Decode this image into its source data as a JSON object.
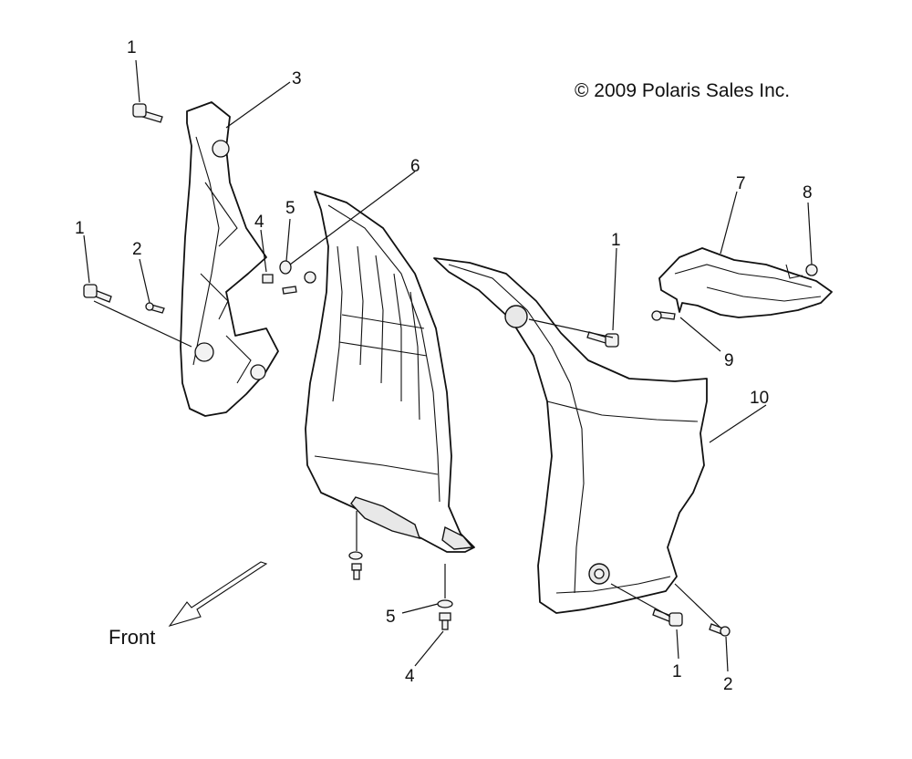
{
  "copyright": "© 2009 Polaris Sales Inc.",
  "direction_label": "Front",
  "callouts": {
    "c1a": "1",
    "c3": "3",
    "c1b": "1",
    "c2a": "2",
    "c4a": "4",
    "c5a": "5",
    "c6": "6",
    "c1c": "1",
    "c7": "7",
    "c8": "8",
    "c9": "9",
    "c10": "10",
    "c5b": "5",
    "c4b": "4",
    "c1d": "1",
    "c2b": "2"
  }
}
